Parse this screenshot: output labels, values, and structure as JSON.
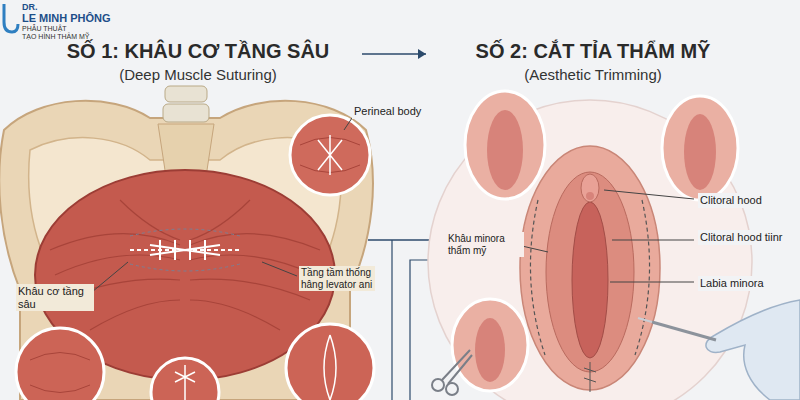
{
  "diagram": {
    "nodes": [
      {
        "text": [
          "SỐ 1: KHÂU CƠ TẦNG SÂU",
          "(Deep Muscle Suturing)"
        ]
      },
      {
        "text": [
          "SỐ 2: CẮT TỈA THẨM MỸ",
          "(Aesthetic Trimming)"
        ]
      }
    ],
    "edges": [
      {
        "from": 0,
        "to": 1,
        "arrow": "to"
      }
    ],
    "labels": [
      "DR.",
      "LE MINH PHÔNG",
      "PHẪU THUẬT",
      "TẠO HÌNH THẨM MỸ",
      "Perineal body",
      "Khâu cơ tầng sâu",
      "Tầng tầm thống hâng levator ani",
      "Clitoral hood",
      "Khâu minora thẩm mỹ",
      "Clitoral hood tiinr",
      "Labia minora"
    ]
  }
}
